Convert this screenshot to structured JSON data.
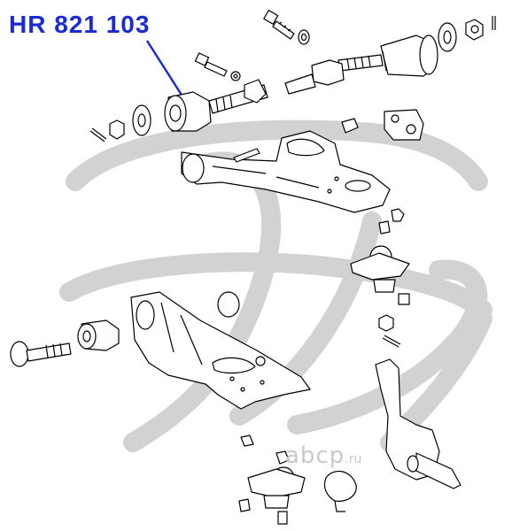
{
  "part_number": {
    "label": "HR 821 103",
    "color": "#1a2bd6"
  },
  "watermark": {
    "text": "abcp",
    "suffix": ".ru",
    "logo_icon": "hs-monogram-logo",
    "color": "#c9c9c9"
  },
  "drawing": {
    "subject": "front suspension exploded view",
    "line_color": "#000000",
    "callout_color": "#1a2bd6"
  }
}
